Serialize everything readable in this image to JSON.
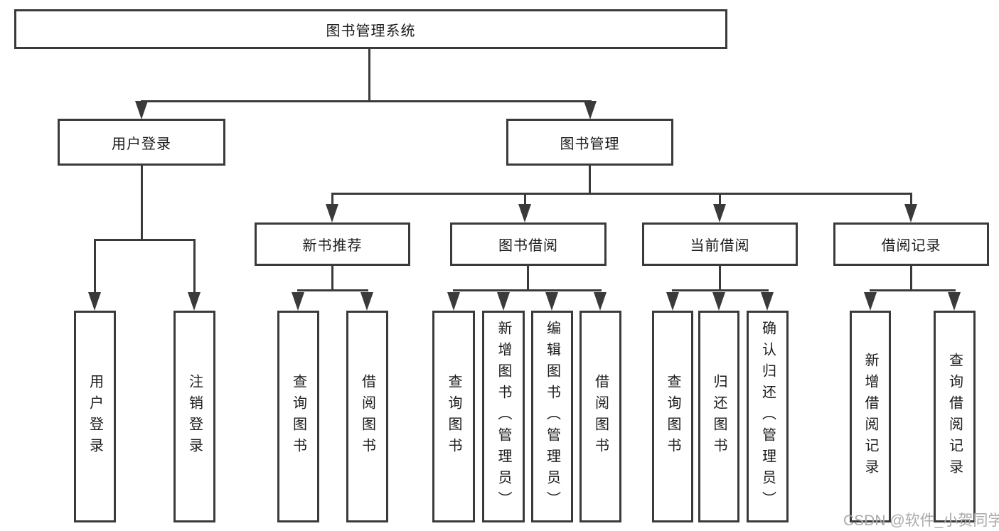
{
  "diagram": {
    "type": "hierarchy-diagram",
    "colors": {
      "background": "#ffffff",
      "line": "#3a3a3a",
      "box_border": "#3a3a3a",
      "text": "#1c1c1c",
      "watermark": "#a9a9a9"
    },
    "nodes": {
      "root": {
        "label": "图书管理系统"
      },
      "user_login": {
        "label": "用户登录"
      },
      "book_mgmt": {
        "label": "图书管理"
      },
      "new_book_rec": {
        "label": "新书推荐"
      },
      "book_borrow": {
        "label": "图书借阅"
      },
      "current_borrow": {
        "label": "当前借阅"
      },
      "borrow_records": {
        "label": "借阅记录"
      },
      "leaf_user_login": {
        "label": "用户登录"
      },
      "leaf_logout": {
        "label": "注销登录"
      },
      "leaf_nbr_query": {
        "label": "查询图书"
      },
      "leaf_nbr_borrow": {
        "label": "借阅图书"
      },
      "leaf_bb_query": {
        "label": "查询图书"
      },
      "leaf_bb_add": {
        "label": "新增图书（管理员）"
      },
      "leaf_bb_edit": {
        "label": "编辑图书（管理员）"
      },
      "leaf_bb_borrow": {
        "label": "借阅图书"
      },
      "leaf_cb_query": {
        "label": "查询图书"
      },
      "leaf_cb_return": {
        "label": "归还图书"
      },
      "leaf_cb_confirm": {
        "label": "确认归还（管理员）"
      },
      "leaf_br_add": {
        "label": "新增借阅记录"
      },
      "leaf_br_query": {
        "label": "查询借阅记录"
      }
    },
    "hierarchy": {
      "图书管理系统": {
        "用户登录": [
          "用户登录",
          "注销登录"
        ],
        "图书管理": {
          "新书推荐": [
            "查询图书",
            "借阅图书"
          ],
          "图书借阅": [
            "查询图书",
            "新增图书（管理员）",
            "编辑图书（管理员）",
            "借阅图书"
          ],
          "当前借阅": [
            "查询图书",
            "归还图书",
            "确认归还（管理员）"
          ],
          "借阅记录": [
            "新增借阅记录",
            "查询借阅记录"
          ]
        }
      }
    },
    "watermark": "CSDN @软件_小贺同学"
  }
}
